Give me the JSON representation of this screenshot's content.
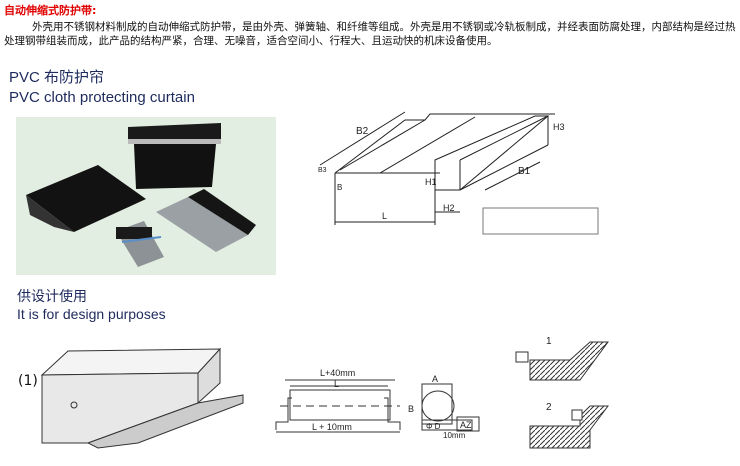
{
  "title": "自动伸缩式防护带:",
  "paragraph": "外壳用不锈钢材料制成的自动伸缩式防护带，是由外壳、弹簧轴、和纤维等组成。外壳是用不锈钢或冷轨板制成，并经表面防腐处理，内部结构是经过热处理钢带组装而成，此产品的结构严紧，合理、无噪音，适合空间小、行程大、且运动快的机床设备使用。",
  "pvc": {
    "cn": "PVC 布防护帘",
    "en": "PVC cloth protecting curtain"
  },
  "design": {
    "cn": "供设计使用",
    "en": "It is for design purposes"
  },
  "diagram1": {
    "labels": {
      "b2": "B2",
      "b1": "B1",
      "h1": "H1",
      "h2": "H2",
      "h3": "H3",
      "l": "L",
      "b": "B",
      "b3": "B3"
    }
  },
  "figure_label": "(1)",
  "diagram2": {
    "l40": "L+40mm",
    "l": "L",
    "l10": "L + 10mm",
    "a": "A",
    "b": "B",
    "phid": "Φ D",
    "az": "AZ",
    "mm10": "10mm"
  },
  "diagram3": {
    "n1": "1",
    "n2": "2"
  }
}
